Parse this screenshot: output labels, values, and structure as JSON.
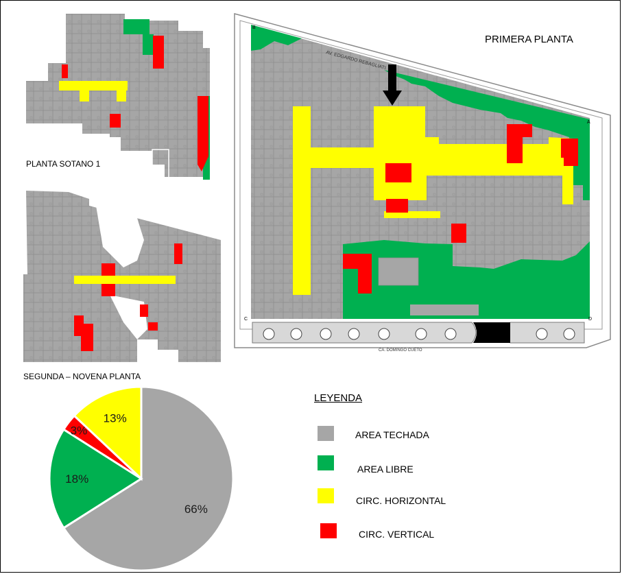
{
  "labels": {
    "primera": "PRIMERA PLANTA",
    "sotano": "PLANTA SOTANO 1",
    "segunda": "SEGUNDA – NOVENA PLANTA",
    "street_top": "AV. EDGARDO REBAGLIATI",
    "street_bottom": "CA. DOMINGO CUETO",
    "corner_a": "A",
    "corner_b": "B",
    "corner_c": "C",
    "corner_d": "D"
  },
  "legend": {
    "title": "LEYENDA",
    "items": [
      {
        "label": "AREA TECHADA",
        "color": "#a6a6a6"
      },
      {
        "label": "AREA LIBRE",
        "color": "#00b050"
      },
      {
        "label": "CIRC. HORIZONTAL",
        "color": "#ffff00"
      },
      {
        "label": "CIRC. VERTICAL",
        "color": "#ff0000"
      }
    ]
  },
  "colors": {
    "techada": "#a6a6a6",
    "libre": "#00b050",
    "horizontal": "#ffff00",
    "vertical": "#ff0000"
  },
  "chart_data": {
    "type": "pie",
    "categories": [
      "AREA TECHADA",
      "AREA LIBRE",
      "CIRC. VERTICAL",
      "CIRC. HORIZONTAL"
    ],
    "values": [
      66,
      18,
      3,
      13
    ],
    "labels": [
      "66%",
      "18%",
      "3%",
      "13%"
    ],
    "colors": [
      "#a6a6a6",
      "#00b050",
      "#ff0000",
      "#ffff00"
    ],
    "start_angle_deg": 0,
    "direction": "clockwise"
  }
}
